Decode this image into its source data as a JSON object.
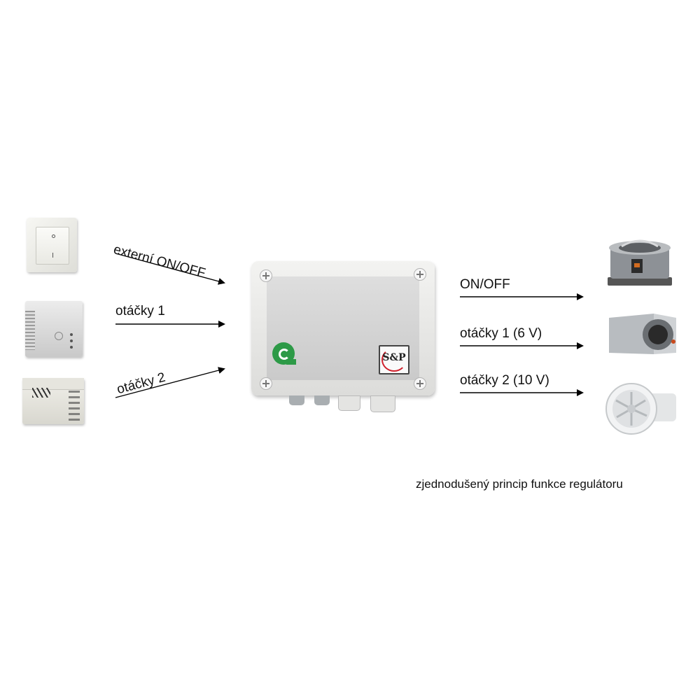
{
  "inputs": {
    "on_off_label": "externí ON/OFF",
    "speed1_label": "otáčky 1",
    "speed2_label": "otáčky 2"
  },
  "outputs": {
    "on_off_label": "ON/OFF",
    "speed1_label": "otáčky 1 (6 V)",
    "speed2_label": "otáčky 2 (10 V)"
  },
  "controller": {
    "brand_logo_text": "S&P"
  },
  "caption": "zjednodušený princip funkce regulátoru",
  "colors": {
    "text": "#111111",
    "arrow": "#000000",
    "logo_green": "#2d9a47",
    "logo_red": "#d0202c"
  }
}
